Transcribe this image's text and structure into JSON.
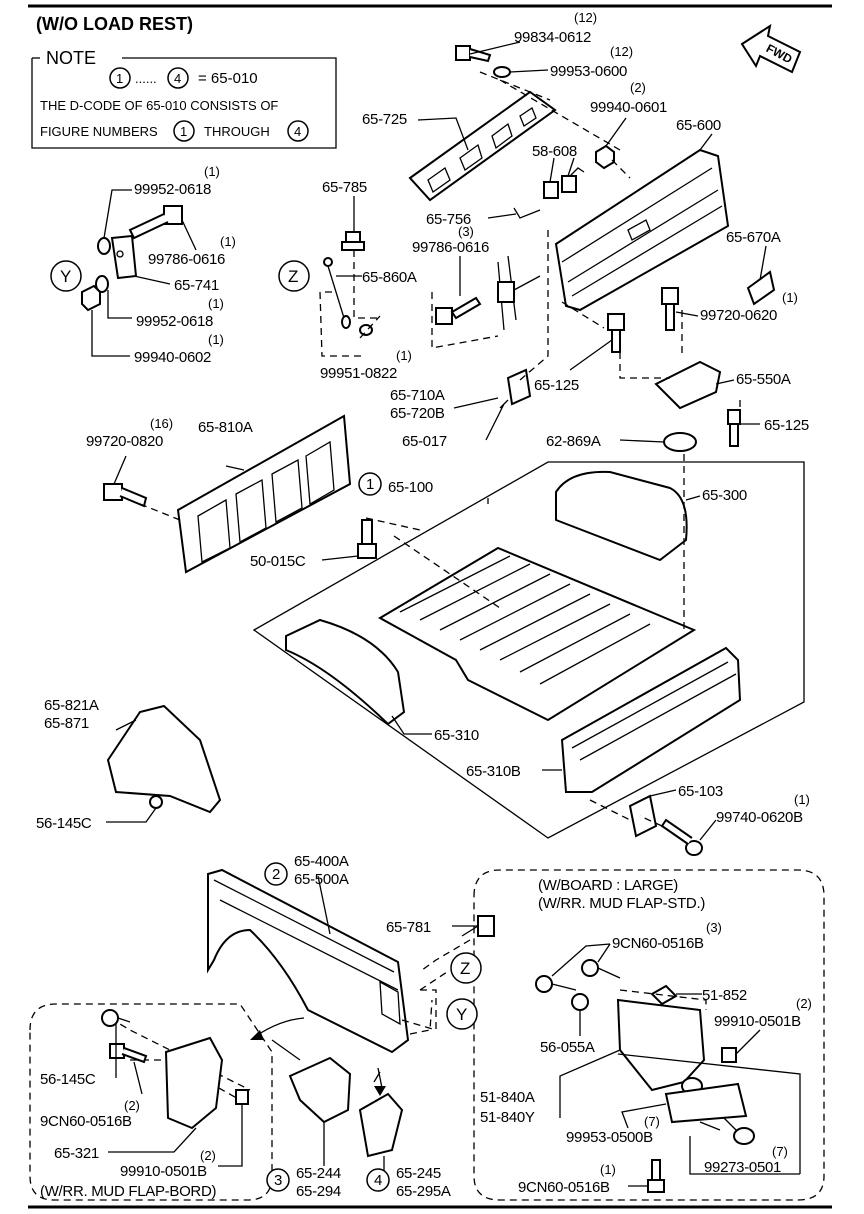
{
  "header": {
    "title": "(W/O LOAD REST)"
  },
  "note": {
    "title": "NOTE",
    "start_num": "1",
    "end_num": "4",
    "equals_code": "= 65-010",
    "line1": "THE D-CODE OF   65-010   CONSISTS OF",
    "line2_a": "FIGURE NUMBERS",
    "line2_num1": "1",
    "line2_b": "THROUGH",
    "line2_num2": "4"
  },
  "fwd_label": "FWD",
  "callouts": {
    "y": "Y",
    "z": "Z",
    "c1": "1",
    "c2": "2",
    "c3": "3",
    "c4": "4"
  },
  "labels": {
    "p99834_0612": "99834-0612",
    "q99834_0612": "(12)",
    "p99953_0600": "99953-0600",
    "q99953_0600": "(12)",
    "p65_725": "65-725",
    "p99940_0601": "99940-0601",
    "q99940_0601": "(2)",
    "p65_600": "65-600",
    "p58_608": "58-608",
    "p65_756": "65-756",
    "p65_785": "65-785",
    "p99786_0616a": "99786-0616",
    "q99786_0616a": "(3)",
    "p65_670A": "65-670A",
    "p99720_0620": "99720-0620",
    "q99720_0620": "(1)",
    "p99952_0618a": "99952-0618",
    "q99952_0618a": "(1)",
    "p99786_0616b": "99786-0616",
    "q99786_0616b": "(1)",
    "p65_741": "65-741",
    "p99952_0618b": "99952-0618",
    "q99952_0618b": "(1)",
    "p99940_0602": "99940-0602",
    "q99940_0602": "(1)",
    "p65_860A": "65-860A",
    "p99951_0822": "99951-0822",
    "q99951_0822": "(1)",
    "p65_710A": "65-710A",
    "p65_720B": "65-720B",
    "p65_125a": "65-125",
    "p65_550A": "65-550A",
    "p65_017": "65-017",
    "p65_125b": "65-125",
    "p99720_0820": "99720-0820",
    "q99720_0820": "(16)",
    "p65_810A": "65-810A",
    "p62_869A": "62-869A",
    "p65_100": "65-100",
    "p65_300": "65-300",
    "p50_015C": "50-015C",
    "p65_821A": "65-821A",
    "p65_871": "65-871",
    "p65_310": "65-310",
    "p56_145Ca": "56-145C",
    "p65_310B": "65-310B",
    "p65_103": "65-103",
    "p99740_0620B": "99740-0620B",
    "q99740_0620B": "(1)",
    "p65_400A": "65-400A",
    "p65_500A": "65-500A",
    "p65_781": "65-781",
    "wb_line1": "(W/BOARD : LARGE)",
    "wb_line2": "(W/RR. MUD FLAP-STD.)",
    "p9CN60_0516Ba": "9CN60-0516B",
    "q9CN60_0516Ba": "(3)",
    "p51_852": "51-852",
    "p56_055A": "56-055A",
    "p99910_0501Ba": "99910-0501B",
    "q99910_0501Ba": "(2)",
    "p51_840A": "51-840A",
    "p51_840Y": "51-840Y",
    "p99953_0500B": "99953-0500B",
    "q99953_0500B": "(7)",
    "p99273_0501": "99273-0501",
    "q99273_0501": "(7)",
    "p9CN60_0516Bb": "9CN60-0516B",
    "q9CN60_0516Bb": "(1)",
    "p56_145Cb": "56-145C",
    "p9CN60_0516Bc": "9CN60-0516B",
    "q9CN60_0516Bc": "(2)",
    "p65_321": "65-321",
    "p99910_0501Bb": "99910-0501B",
    "q99910_0501Bb": "(2)",
    "wmf_bord": "(W/RR. MUD FLAP-BORD)",
    "p65_244": "65-244",
    "p65_294": "65-294",
    "p65_245": "65-245",
    "p65_295A": "65-295A"
  }
}
